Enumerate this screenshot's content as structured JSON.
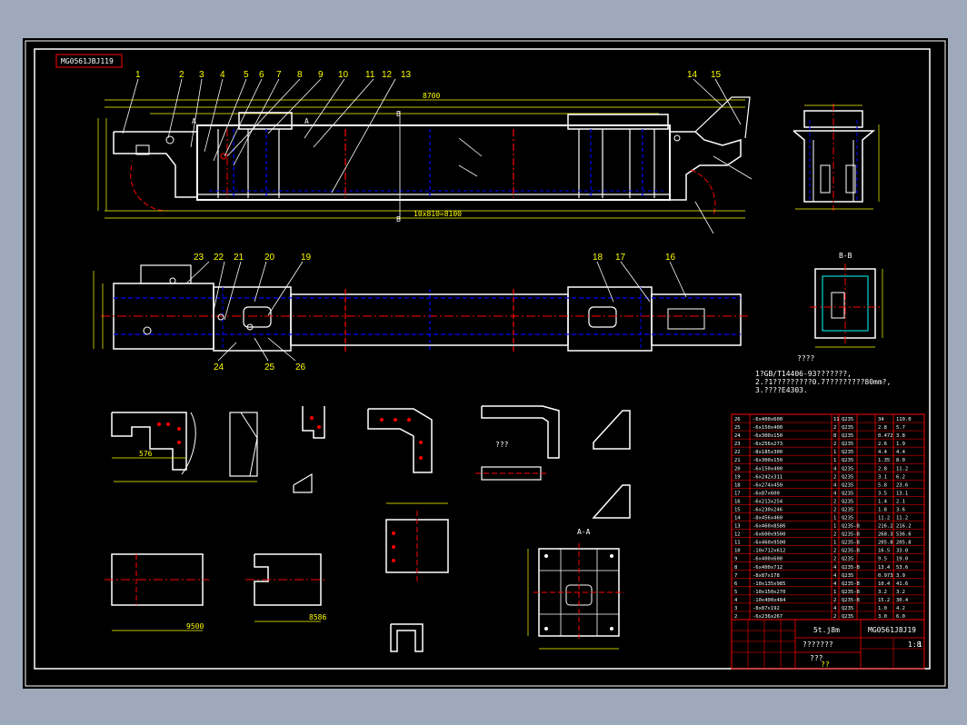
{
  "drawing": {
    "code_box": "MG0561JBJ119",
    "balloons": [
      "1",
      "2",
      "3",
      "4",
      "5",
      "6",
      "7",
      "8",
      "9",
      "10",
      "11",
      "12",
      "13",
      "14",
      "15",
      "16",
      "17",
      "18",
      "19",
      "20",
      "21",
      "22",
      "23",
      "24",
      "25",
      "26"
    ],
    "section_bb": "B-B",
    "section_aa": "A-A",
    "notes_title": "????",
    "notes": [
      "1?GB/T14406-93???????,",
      "2.?1?????????0.7?????????80mm?,",
      "3.????E4303."
    ],
    "weld_mark": "???",
    "dims": {
      "top_overall": "8700",
      "plan_bottom": "10x810=8100",
      "detail1_len": "576",
      "detail11_len": "9500",
      "detail13_len": "8586"
    },
    "title_block": {
      "part_name": "5t.j8m",
      "drawing_no": "MG0561J8J19",
      "line2": "???????",
      "line3": "???",
      "line4": "??",
      "scale": "1:8",
      "sheet": "1"
    },
    "bom_rows": [
      [
        "26",
        "-6x400x600",
        "11",
        "Q235",
        "34",
        "110.0"
      ],
      [
        "25",
        "-6x150x400",
        "2",
        "Q235",
        "2.8",
        "5.7"
      ],
      [
        "24",
        "-6x300x150",
        "8",
        "Q235",
        "0.472",
        "3.8"
      ],
      [
        "23",
        "-6x256x273",
        "2",
        "Q235",
        "2.6",
        "1.9"
      ],
      [
        "22",
        "-8x185x300",
        "1",
        "Q235",
        "4.4",
        "4.4"
      ],
      [
        "21",
        "-6x300x150",
        "1",
        "Q235",
        "1.35",
        "8.0"
      ],
      [
        "20",
        "-6x150x400",
        "4",
        "Q235",
        "2.8",
        "11.2"
      ],
      [
        "19",
        "-6x242x311",
        "2",
        "Q235",
        "3.1",
        "6.2"
      ],
      [
        "18",
        "-6x274x450",
        "4",
        "Q235",
        "5.8",
        "23.6"
      ],
      [
        "17",
        "-6x87x600",
        "4",
        "Q235",
        "3.5",
        "13.1"
      ],
      [
        "16",
        "-6x213x254",
        "2",
        "Q235",
        "1.4",
        "2.1"
      ],
      [
        "15",
        "-6x230x246",
        "2",
        "Q235",
        "1.8",
        "3.6"
      ],
      [
        "14",
        "-8x456x460",
        "1",
        "Q235",
        "11.2",
        "11.2"
      ],
      [
        "13",
        "-6x460x8586",
        "1",
        "Q235-B",
        "216.2",
        "216.2"
      ],
      [
        "12",
        "-6x600x9500",
        "2",
        "Q235-B",
        "268.3",
        "536.6"
      ],
      [
        "11",
        "-6x460x9500",
        "1",
        "Q235-B",
        "205.8",
        "205.8"
      ],
      [
        "10",
        "-10x712x612",
        "2",
        "Q235-B",
        "16.5",
        "33.0"
      ],
      [
        "9",
        "-6x400x600",
        "2",
        "Q235",
        "9.5",
        "19.0"
      ],
      [
        "8",
        "-6x400x712",
        "4",
        "Q235-B",
        "13.4",
        "53.6"
      ],
      [
        "7",
        "-8x87x178",
        "4",
        "Q235",
        "0.973",
        "3.9"
      ],
      [
        "6",
        "-10x135x985",
        "4",
        "Q235-B",
        "10.4",
        "41.6"
      ],
      [
        "5",
        "-10x150x270",
        "1",
        "Q235-B",
        "3.2",
        "3.2"
      ],
      [
        "4",
        "-10x400x484",
        "2",
        "Q235-B",
        "15.2",
        "30.4"
      ],
      [
        "3",
        "-8x87x192",
        "4",
        "Q235",
        "1.0",
        "4.2"
      ],
      [
        "2",
        "-6x236x267",
        "2",
        "Q235",
        "3.0",
        "6.0"
      ]
    ],
    "colors": {
      "outline": "#ffffff",
      "dimension": "#ffff00",
      "hidden": "#0000ff",
      "center": "#ff0000",
      "frame": "#ffffff",
      "background": "#000000"
    }
  }
}
